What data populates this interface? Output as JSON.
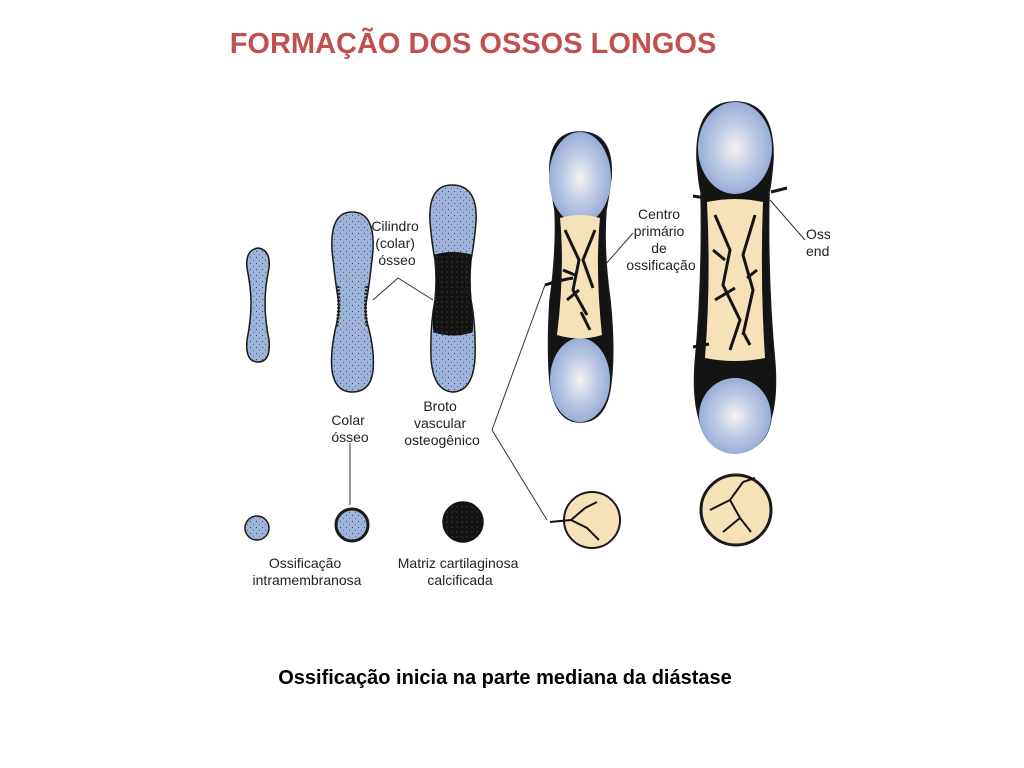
{
  "slide": {
    "title": "FORMAÇÃO DOS OSSOS LONGOS",
    "caption": "Ossificação inicia na parte mediana da diástase"
  },
  "labels": {
    "cilindro": [
      "Cilindro",
      "(colar)",
      "ósseo"
    ],
    "colar": [
      "Colar",
      "ósseo"
    ],
    "broto": [
      "Broto",
      "vascular",
      "osteogênico"
    ],
    "centro": [
      "Centro",
      "primário",
      "de",
      "ossificação"
    ],
    "endocondral": [
      "Ossificação",
      "endocondral"
    ],
    "intramembranosa": [
      "Ossificação",
      "intramembranosa"
    ],
    "matriz": [
      "Matriz cartilaginosa",
      "calcificada"
    ]
  },
  "colors": {
    "title": "#c0504d",
    "cartilage": "#9fb4db",
    "bone_dark": "#141414",
    "marrow": "#f6e2b8",
    "outline": "#1a1a1a"
  }
}
